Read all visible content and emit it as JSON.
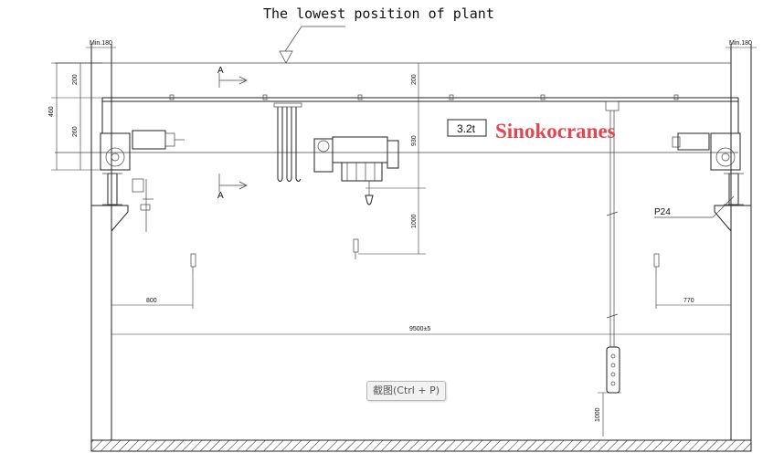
{
  "header": {
    "title": "The lowest position of plant"
  },
  "labels": {
    "min_left": "Min.180",
    "min_right": "Min.180",
    "capacity": "3.2t",
    "brand": "Sinokocranes",
    "section_a_top": "A",
    "section_a_bottom": "A",
    "rail": "P24"
  },
  "dimensions": {
    "d200_left": "200",
    "d260": "260",
    "d460": "460",
    "d200_right": "200",
    "d930": "930",
    "d1000_hook": "1000",
    "d800": "800",
    "d770": "770",
    "span": "9500±5",
    "d1000_pendant": "1000"
  },
  "tooltip": {
    "text": "截图(Ctrl + P)"
  }
}
